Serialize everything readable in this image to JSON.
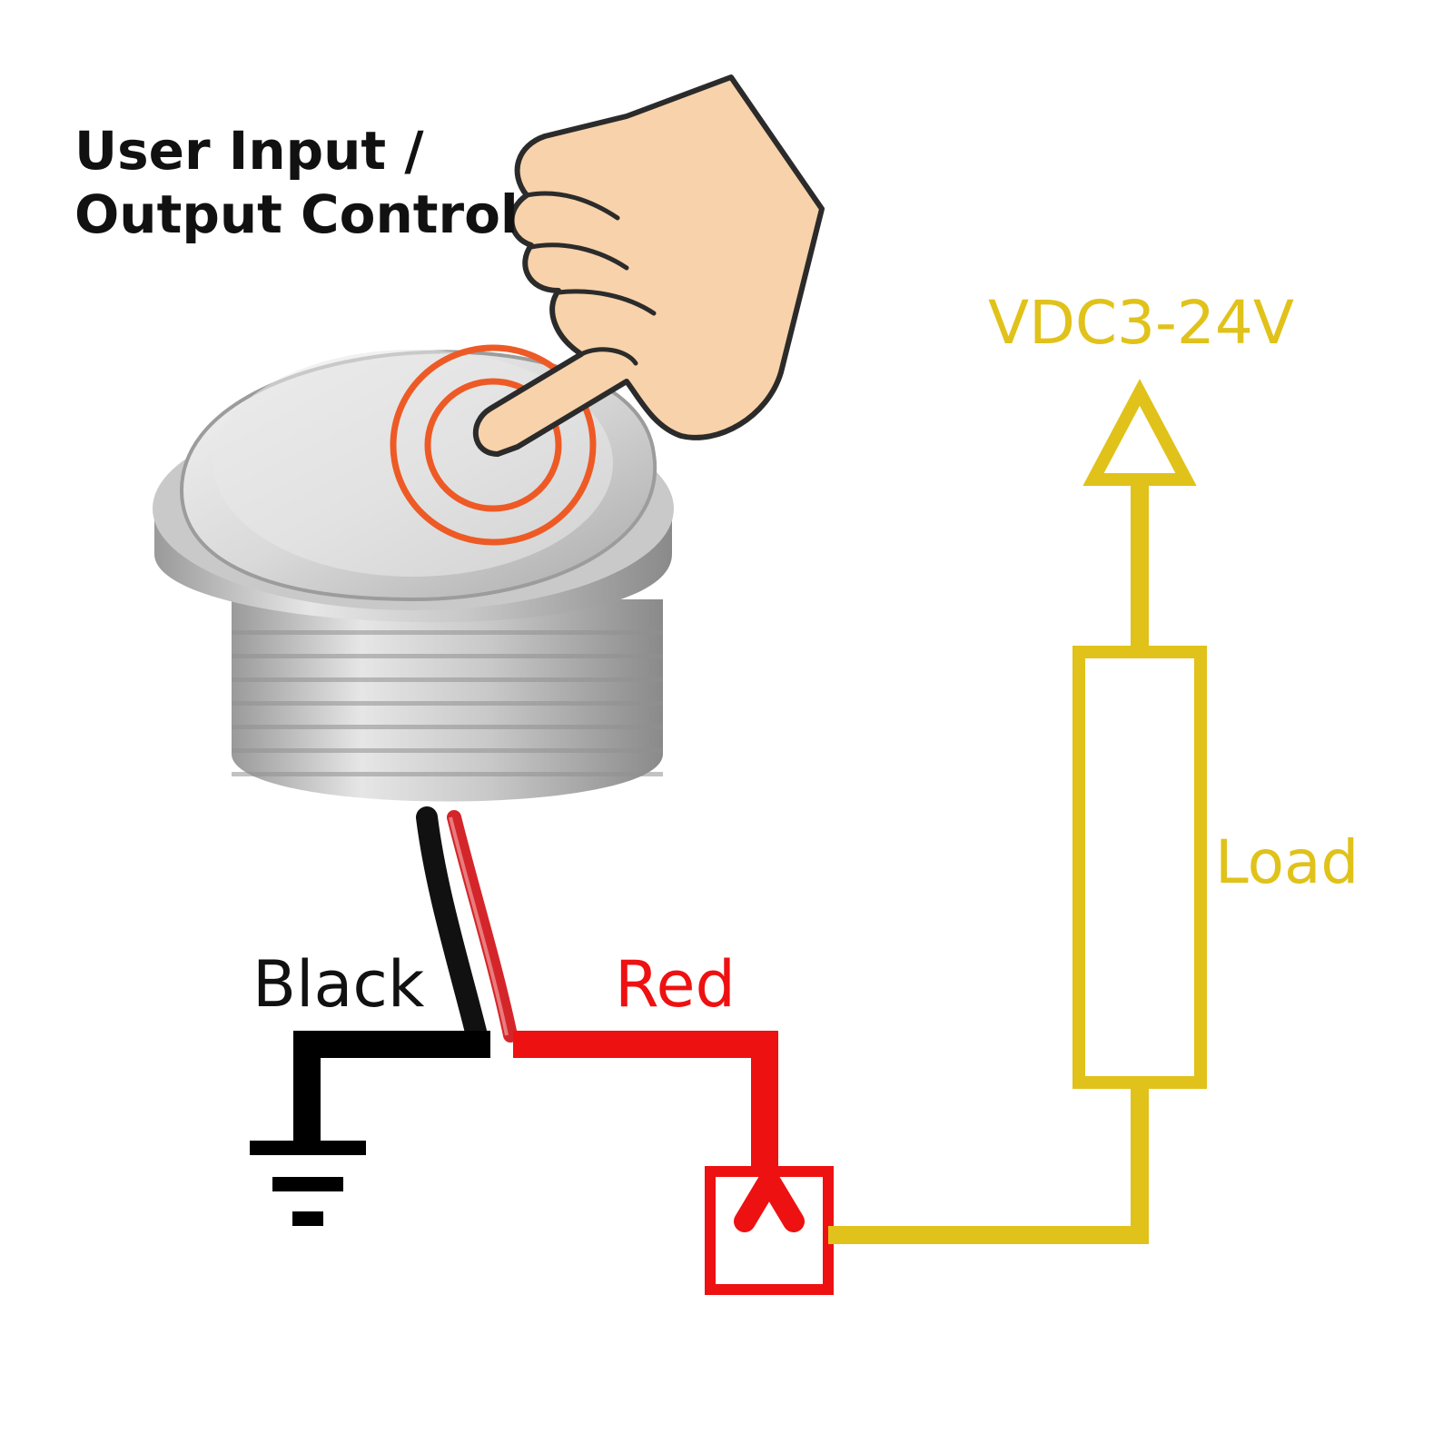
{
  "title": {
    "line1": "User Input /",
    "line2": "Output Control"
  },
  "wires": {
    "black_label": "Black",
    "red_label": "Red"
  },
  "supply": {
    "voltage_label": "VDC3-24V"
  },
  "load": {
    "label": "Load"
  },
  "colors": {
    "black_wire": "#000000",
    "red_wire": "#ee1111",
    "supply_wire": "#e0c21a",
    "touch_ring": "#ee5a25",
    "hand": "#f8d2aa",
    "title_text": "#111111"
  },
  "icons": [
    "pointing-hand-icon",
    "touch-rings-icon",
    "ground-symbol-icon",
    "supply-arrow-icon",
    "output-terminal-icon"
  ]
}
